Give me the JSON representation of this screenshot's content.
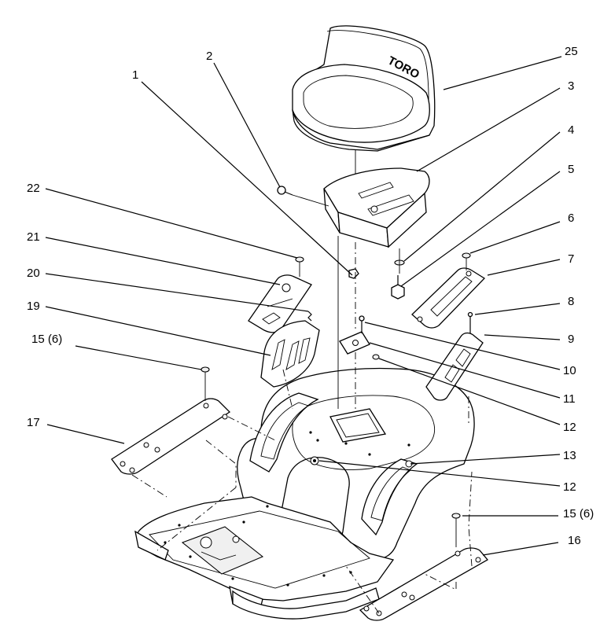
{
  "diagram": {
    "brand_mark": "TORO",
    "callouts": [
      {
        "id": "c1",
        "label": "1"
      },
      {
        "id": "c2",
        "label": "2"
      },
      {
        "id": "c3",
        "label": "3"
      },
      {
        "id": "c4",
        "label": "4"
      },
      {
        "id": "c5",
        "label": "5"
      },
      {
        "id": "c6",
        "label": "6"
      },
      {
        "id": "c7",
        "label": "7"
      },
      {
        "id": "c8",
        "label": "8"
      },
      {
        "id": "c9",
        "label": "9"
      },
      {
        "id": "c10",
        "label": "10"
      },
      {
        "id": "c11",
        "label": "11"
      },
      {
        "id": "c12a",
        "label": "12"
      },
      {
        "id": "c12b",
        "label": "12"
      },
      {
        "id": "c13",
        "label": "13"
      },
      {
        "id": "c15a",
        "label": "15 (6)"
      },
      {
        "id": "c15b",
        "label": "15 (6)"
      },
      {
        "id": "c16",
        "label": "16"
      },
      {
        "id": "c17",
        "label": "17"
      },
      {
        "id": "c19",
        "label": "19"
      },
      {
        "id": "c20",
        "label": "20"
      },
      {
        "id": "c21",
        "label": "21"
      },
      {
        "id": "c22",
        "label": "22"
      },
      {
        "id": "c25",
        "label": "25"
      }
    ]
  }
}
